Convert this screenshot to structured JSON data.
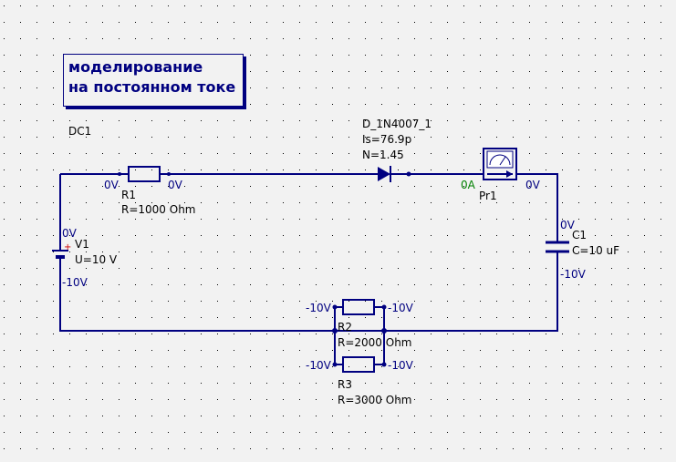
{
  "title": {
    "line1": "моделирование",
    "line2": "на постоянном токе"
  },
  "simulation": {
    "name": "DC1"
  },
  "components": {
    "r1": {
      "name": "R1",
      "value": "R=1000 Ohm"
    },
    "diode": {
      "name": "D_1N4007_1",
      "param_is": "Is=76.9p",
      "param_n": "N=1.45"
    },
    "probe": {
      "name": "Pr1",
      "current": "0A"
    },
    "v1": {
      "name": "V1",
      "value": "U=10 V"
    },
    "c1": {
      "name": "C1",
      "value": "C=10 uF"
    },
    "r2": {
      "name": "R2",
      "value": "R=2000 Ohm"
    },
    "r3": {
      "name": "R3",
      "value": "R=3000 Ohm"
    }
  },
  "node_voltages": {
    "r1_left": "0V",
    "r1_right": "0V",
    "probe_right": "0V",
    "v1_top": "0V",
    "v1_bottom": "-10V",
    "c1_top": "0V",
    "c1_bottom": "-10V",
    "r2_left": "-10V",
    "r2_right": "-10V",
    "r3_left": "-10V",
    "r3_right": "-10V"
  },
  "colors": {
    "wire": "#000080",
    "component": "#000080",
    "grid_dot": "#000000",
    "junction": "#000080",
    "current_label": "#008000"
  }
}
